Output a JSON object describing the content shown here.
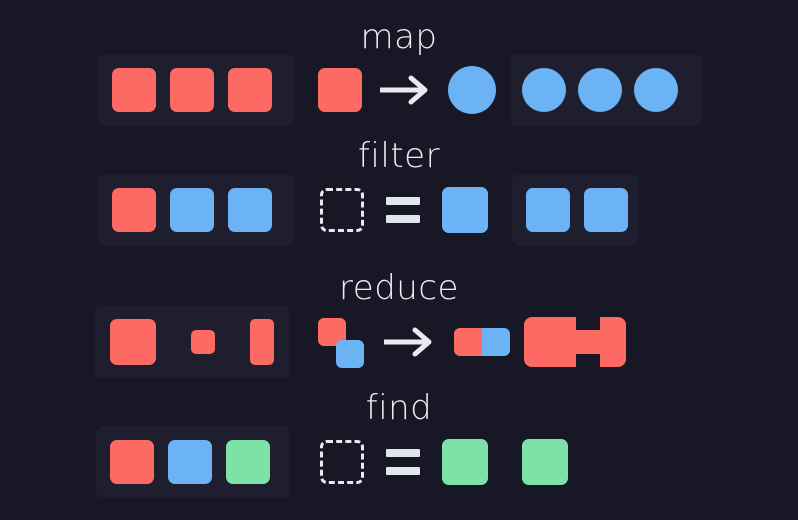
{
  "meta": {
    "background_color": "#171726",
    "panel_color": "#1e1e2e",
    "text_color": "#eceef4"
  },
  "palette": {
    "red": "#fd6a63",
    "blue": "#6cb3f5",
    "green": "#7ee2a8",
    "white": "#e8eaf0"
  },
  "rows": [
    {
      "title": "map",
      "input": {
        "has_panel": true,
        "items": [
          {
            "shape": "square",
            "color": "#fd6a63"
          },
          {
            "shape": "square",
            "color": "#fd6a63"
          },
          {
            "shape": "square",
            "color": "#fd6a63"
          }
        ]
      },
      "operation": {
        "kind": "transform",
        "operator": "arrow",
        "left": {
          "shape": "square",
          "color": "#fd6a63"
        },
        "right": {
          "shape": "circle",
          "color": "#6cb3f5"
        }
      },
      "output": {
        "has_panel": true,
        "items": [
          {
            "shape": "circle",
            "color": "#6cb3f5"
          },
          {
            "shape": "circle",
            "color": "#6cb3f5"
          },
          {
            "shape": "circle",
            "color": "#6cb3f5"
          }
        ]
      }
    },
    {
      "title": "filter",
      "input": {
        "has_panel": true,
        "items": [
          {
            "shape": "square",
            "color": "#fd6a63"
          },
          {
            "shape": "square",
            "color": "#6cb3f5"
          },
          {
            "shape": "square",
            "color": "#6cb3f5"
          }
        ]
      },
      "operation": {
        "kind": "predicate",
        "operator": "equals",
        "left": {
          "shape": "square",
          "color": "dashed-outline"
        },
        "right": {
          "shape": "square",
          "color": "#6cb3f5"
        }
      },
      "output": {
        "has_panel": true,
        "items": [
          {
            "shape": "square",
            "color": "#6cb3f5"
          },
          {
            "shape": "square",
            "color": "#6cb3f5"
          }
        ]
      }
    },
    {
      "title": "reduce",
      "input": {
        "has_panel": true,
        "items": [
          {
            "shape": "square",
            "color": "#fd6a63",
            "size": "large"
          },
          {
            "shape": "square",
            "color": "#fd6a63",
            "size": "small"
          },
          {
            "shape": "rect",
            "color": "#fd6a63",
            "size": "tall"
          }
        ]
      },
      "operation": {
        "kind": "combine",
        "operator": "arrow",
        "left": [
          {
            "shape": "square",
            "color": "#fd6a63"
          },
          {
            "shape": "square",
            "color": "#6cb3f5"
          }
        ],
        "right": [
          {
            "shape": "square",
            "color": "#fd6a63"
          },
          {
            "shape": "square",
            "color": "#6cb3f5"
          }
        ]
      },
      "output": {
        "has_panel": false,
        "items": [
          {
            "shape": "merged",
            "color": "#fd6a63"
          }
        ]
      }
    },
    {
      "title": "find",
      "input": {
        "has_panel": true,
        "items": [
          {
            "shape": "square",
            "color": "#fd6a63"
          },
          {
            "shape": "square",
            "color": "#6cb3f5"
          },
          {
            "shape": "square",
            "color": "#7ee2a8"
          }
        ]
      },
      "operation": {
        "kind": "predicate",
        "operator": "equals",
        "left": {
          "shape": "square",
          "color": "dashed-outline"
        },
        "right": {
          "shape": "square",
          "color": "#7ee2a8"
        }
      },
      "output": {
        "has_panel": false,
        "items": [
          {
            "shape": "square",
            "color": "#7ee2a8"
          }
        ]
      }
    }
  ]
}
